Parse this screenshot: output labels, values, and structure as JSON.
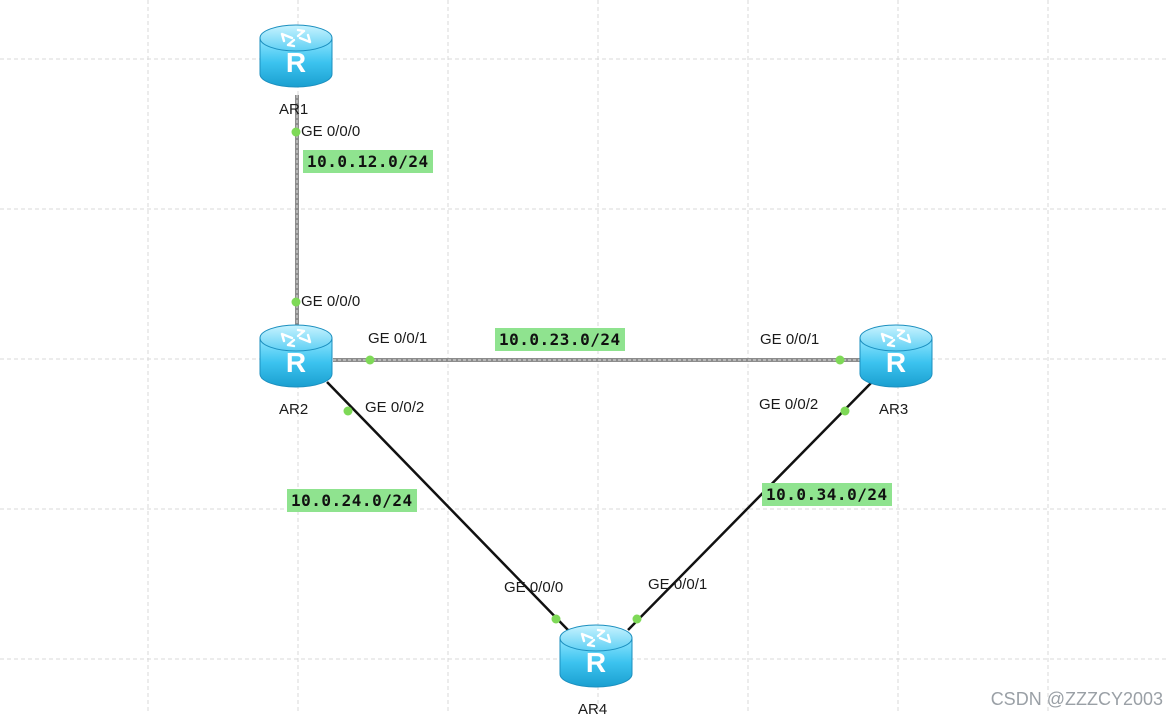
{
  "routers": [
    {
      "id": "AR1",
      "label": "AR1"
    },
    {
      "id": "AR2",
      "label": "AR2"
    },
    {
      "id": "AR3",
      "label": "AR3"
    },
    {
      "id": "AR4",
      "label": "AR4"
    }
  ],
  "links": [
    {
      "from": "AR1",
      "to": "AR2",
      "network": "10.0.12.0/24",
      "from_port": "GE 0/0/0",
      "to_port": "GE 0/0/0",
      "style": "grey"
    },
    {
      "from": "AR2",
      "to": "AR3",
      "network": "10.0.23.0/24",
      "from_port": "GE 0/0/1",
      "to_port": "GE 0/0/1",
      "style": "grey"
    },
    {
      "from": "AR2",
      "to": "AR4",
      "network": "10.0.24.0/24",
      "from_port": "GE 0/0/2",
      "to_port": "GE 0/0/0",
      "style": "black"
    },
    {
      "from": "AR3",
      "to": "AR4",
      "network": "10.0.34.0/24",
      "from_port": "GE 0/0/2",
      "to_port": "GE 0/0/1",
      "style": "black"
    }
  ],
  "colors": {
    "grid": "#d9d9d9",
    "port_dot": "#7ed957",
    "network_label_bg": "#8fe38f",
    "router_body": "#3cc3ef"
  },
  "watermark": "CSDN @ZZZCY2003"
}
